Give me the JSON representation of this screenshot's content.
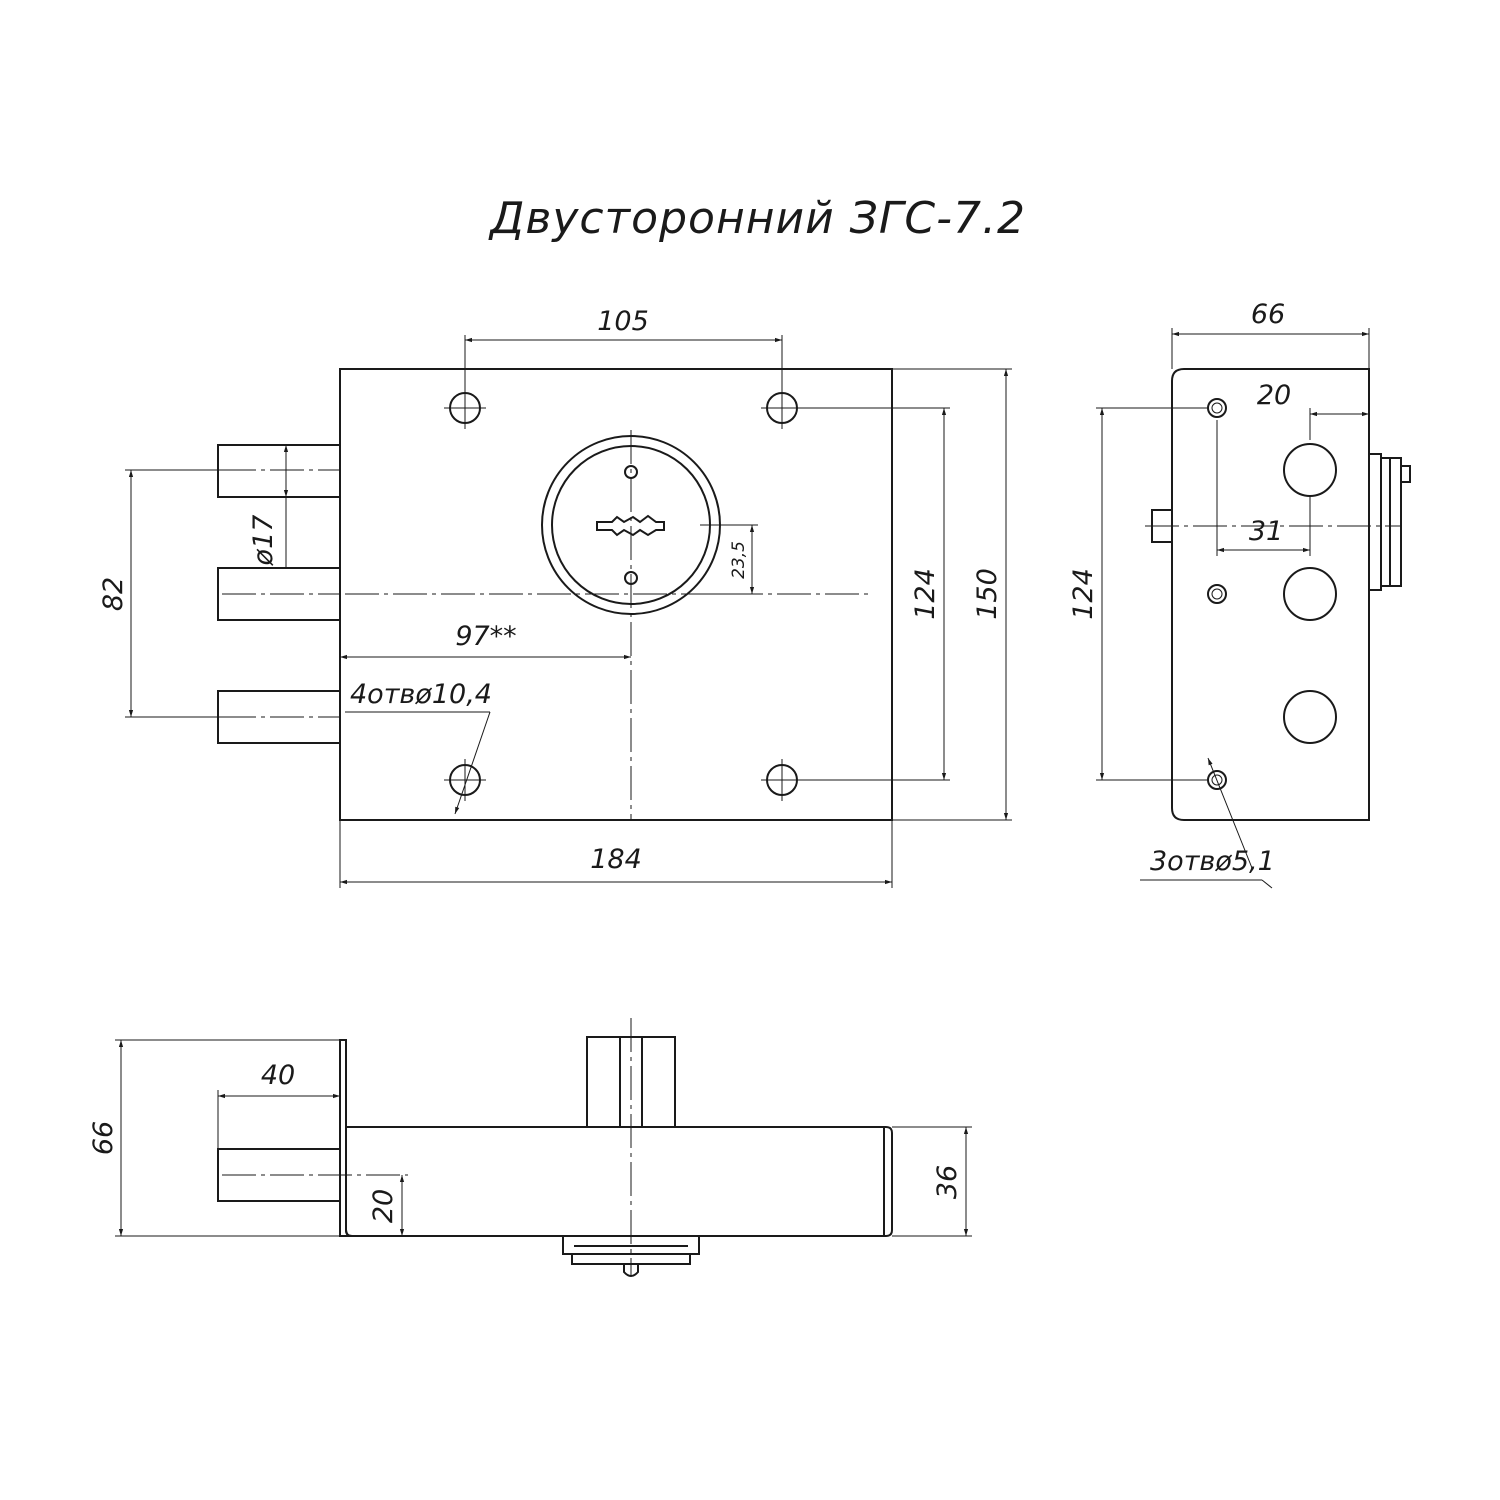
{
  "title": "Двусторонний ЗГС-7.2",
  "front_view": {
    "dim_holes_spacing": "105",
    "dim_bolt_diameter": "ø17",
    "dim_bolt_span": "82",
    "dim_key_offset": "97**",
    "dim_holes_note": "4отвø10,4",
    "dim_cylinder_offset": "23,5",
    "dim_holes_vertical": "124",
    "dim_height": "150",
    "dim_width": "184"
  },
  "side_view": {
    "dim_depth": "66",
    "dim_offset_20": "20",
    "dim_offset_31": "31",
    "dim_holes_vertical": "124",
    "dim_holes_note": "3отвø5,1"
  },
  "bottom_view": {
    "dim_bolt_projection": "40",
    "dim_total_depth": "66",
    "dim_bolt_height": "20",
    "dim_body_thickness": "36"
  }
}
